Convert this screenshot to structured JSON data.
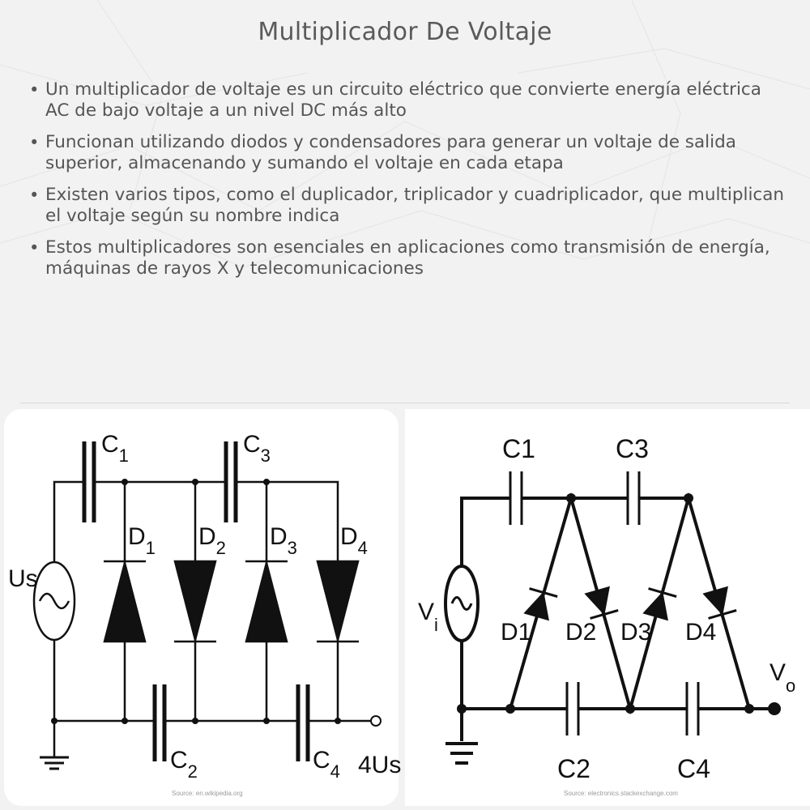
{
  "title": "Multiplicador De Voltaje",
  "bullets": [
    "Un multiplicador de voltaje es un circuito eléctrico que convierte energía eléctrica AC de bajo voltaje a un nivel DC más alto",
    "Funcionan utilizando diodos y condensadores para generar un voltaje de salida superior, almacenando y sumando el voltaje en cada etapa",
    "Existen varios tipos, como el duplicador, triplicador y cuadriplicador, que multiplican el voltaje según su nombre indica",
    "Estos multiplicadores son esenciales en aplicaciones como transmisión de energía, máquinas de rayos X y telecomunicaciones"
  ],
  "left_circuit": {
    "source_label": "Us",
    "caps": [
      "C",
      "C",
      "C",
      "C"
    ],
    "cap_subs": [
      "1",
      "2",
      "3",
      "4"
    ],
    "diodes": [
      "D",
      "D",
      "D",
      "D"
    ],
    "diode_subs": [
      "1",
      "2",
      "3",
      "4"
    ],
    "output_label": "4Us",
    "source_credit": "Source: en.wikipedia.org"
  },
  "right_circuit": {
    "source_label": "V",
    "source_sub": "i",
    "caps": [
      "C1",
      "C2",
      "C3",
      "C4"
    ],
    "diodes": [
      "D1",
      "D2",
      "D3",
      "D4"
    ],
    "output_label": "V",
    "output_sub": "o",
    "source_credit": "Source: electronics.stackexchange.com"
  }
}
